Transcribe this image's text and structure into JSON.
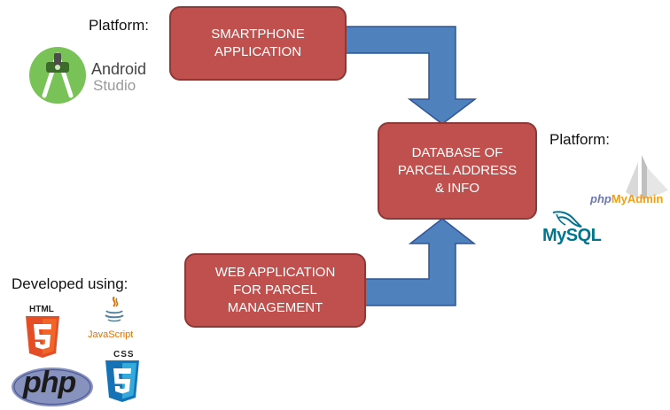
{
  "labels": {
    "platform_top": "Platform:",
    "platform_right": "Platform:",
    "developed_using": "Developed using:"
  },
  "boxes": {
    "smartphone": {
      "line1": "SMARTPHONE",
      "line2": "APPLICATION"
    },
    "database": {
      "line1": "DATABASE OF",
      "line2": "PARCEL ADDRESS",
      "line3": "& INFO"
    },
    "web": {
      "line1": "WEB APPLICATION",
      "line2": "FOR PARCEL",
      "line3": "MANAGEMENT"
    }
  },
  "logos": {
    "android_studio": {
      "word1": "Android",
      "word2": "Studio",
      "icon": "android-studio-icon"
    },
    "phpmyadmin": {
      "prefix": "php",
      "name": "MyAdmin",
      "icon": "sailboat-icon"
    },
    "mysql": {
      "text": "MySQL",
      "icon": "dolphin-icon"
    },
    "html5": {
      "text": "HTML",
      "icon": "html5-shield-icon"
    },
    "javascript": {
      "text": "JavaScript",
      "icon": "coffee-cup-icon"
    },
    "css3": {
      "text": "CSS",
      "icon": "css3-shield-icon"
    },
    "php": {
      "text": "php",
      "icon": "php-oval-icon"
    }
  },
  "colors": {
    "box_fill": "#c0504d",
    "box_border": "#8c3836",
    "arrow_fill": "#4f81bd",
    "arrow_border": "#2f5597",
    "android_green": "#78c257",
    "html_orange": "#e44d26",
    "css_blue": "#1572b6",
    "php_purple": "#8892bf",
    "mysql_blue": "#00758f",
    "mysql_orange": "#f29111",
    "js_red": "#e76f00"
  }
}
